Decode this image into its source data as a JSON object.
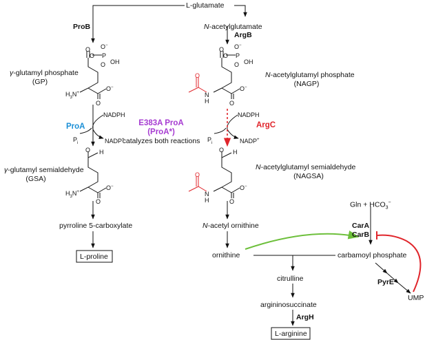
{
  "metabolites": {
    "glutamate": "L-glutamate",
    "nag_prefix": "N",
    "nag_rest": "-acetylglutamate",
    "gp_prefix": "γ",
    "gp_rest": "-glutamyl phosphate",
    "gp_abbr": "(GP)",
    "nagp_prefix": "N",
    "nagp_rest": "-acetylglutamyl phosphate",
    "nagp_abbr": "(NAGP)",
    "gsa_prefix": "γ",
    "gsa_rest": "-glutamyl semialdehyde",
    "gsa_abbr": "(GSA)",
    "nagsa_prefix": "N",
    "nagsa_rest": "-acetylglutamyl semialdehyde",
    "nagsa_abbr": "(NAGSA)",
    "p5c": "pyrroline 5-carboxylate",
    "proline": "L-proline",
    "nao_prefix": "N",
    "nao_rest": "-acetyl ornithine",
    "ornithine": "ornithine",
    "gln_hco3": "Gln + HCO",
    "carbamoyl_phosphate": "carbamoyl phosphate",
    "ump": "UMP",
    "citrulline": "citrulline",
    "argininosuccinate": "argininosuccinate",
    "arginine": "L-arginine"
  },
  "enzymes": {
    "prob": "ProB",
    "argb": "ArgB",
    "proa": "ProA",
    "argc": "ArgC",
    "mutant_line1": "E383A ProA",
    "mutant_line2": "(ProA*)",
    "mutant_note": "catalyzes both reactions",
    "cara": "CarA",
    "carb": "CarB",
    "pyre": "PyrE",
    "argh": "ArgH"
  },
  "cofactors": {
    "nadph": "NADPH",
    "nadp": "NADP",
    "pi": "P"
  },
  "atoms": {
    "O": "O",
    "P": "P",
    "OH": "OH",
    "H": "H",
    "N": "N",
    "H3N": "H"
  },
  "colors": {
    "proa": "#1b8fd6",
    "argc": "#e0252b",
    "mutant": "#a63bd1",
    "acetyl": "#e0252b",
    "activation": "#6cbf3a",
    "inhibition": "#e0252b",
    "ink": "#111111"
  }
}
